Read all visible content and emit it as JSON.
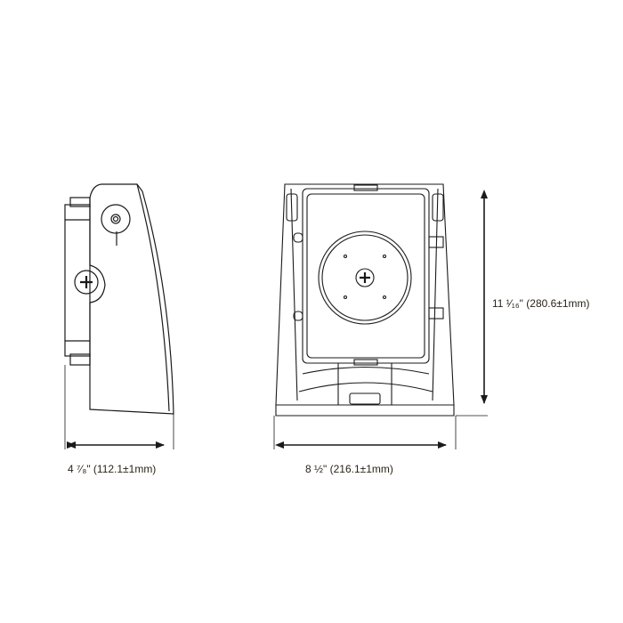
{
  "dimensions": {
    "depth": {
      "label": "4 ⁷⁄₈\"  (112.1±1mm)"
    },
    "width": {
      "label": "8 ½\"  (216.1±1mm)"
    },
    "height": {
      "label": "11 ¹⁄₁₆\"  (280.6±1mm)"
    }
  },
  "colors": {
    "line": "#1a1a1a",
    "text": "#2a2418"
  }
}
